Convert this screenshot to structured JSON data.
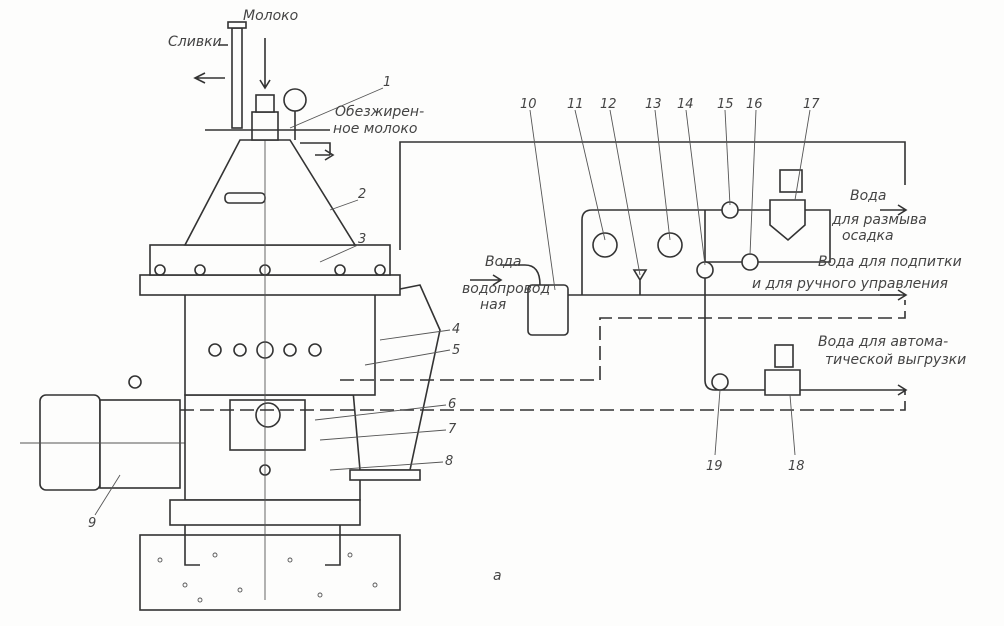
{
  "labels": {
    "cream": "Сливки",
    "milk": "Молоко",
    "skim_milk_1": "Обезжирен-",
    "skim_milk_2": "ное молоко",
    "water_in_1": "Вода",
    "water_in_2": "водопровод",
    "water_in_3": "ная",
    "wash_1": "Вода",
    "wash_2": "для размыва",
    "wash_3": "осадка",
    "feed_1": "Вода для подпитки",
    "feed_2": "и для ручного управления",
    "auto_1": "Вода для автома-",
    "auto_2": "тической выгрузки",
    "figure": "а"
  },
  "numbers": [
    "1",
    "2",
    "3",
    "4",
    "5",
    "6",
    "7",
    "8",
    "9",
    "10",
    "11",
    "12",
    "13",
    "14",
    "15",
    "16",
    "17",
    "18",
    "19"
  ]
}
